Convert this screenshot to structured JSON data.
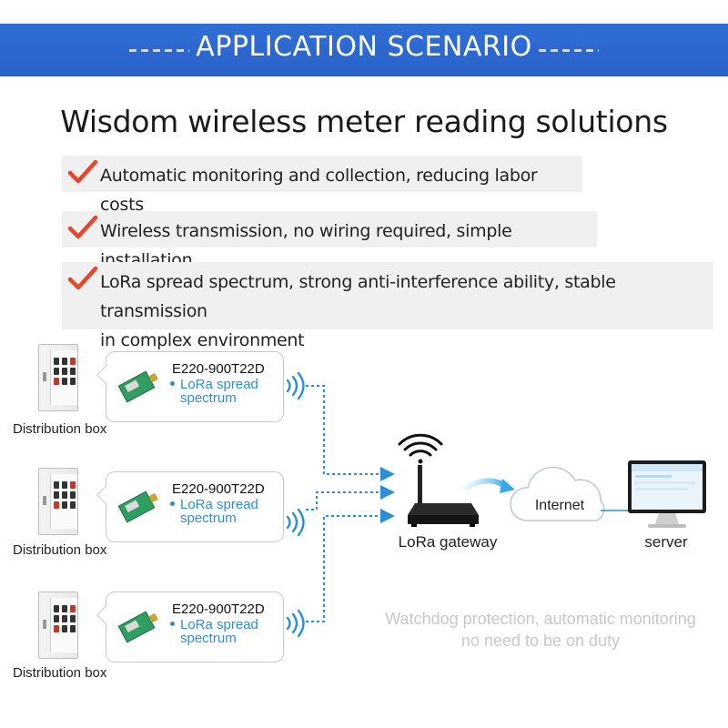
{
  "banner": {
    "title": "APPLICATION SCENARIO",
    "color": "#2f6fd6"
  },
  "headline": "Wisdom wireless meter reading solutions",
  "features": [
    {
      "text": "Automatic monitoring and collection, reducing labor costs",
      "icon": "check-icon"
    },
    {
      "text": "Wireless transmission, no wiring required, simple installation",
      "icon": "check-icon"
    },
    {
      "line1": "LoRa spread spectrum, strong anti-interference ability, stable transmission",
      "line2": "in complex environment",
      "icon": "check-icon"
    }
  ],
  "nodes": [
    {
      "box_label": "Distribution box",
      "model": "E220-900T22D",
      "desc_line1": "LoRa spread",
      "desc_line2": "spectrum"
    },
    {
      "box_label": "Distribution box",
      "model": "E220-900T22D",
      "desc_line1": "LoRa spread",
      "desc_line2": "spectrum"
    },
    {
      "box_label": "Distribution box",
      "model": "E220-900T22D",
      "desc_line1": "LoRa spread",
      "desc_line2": "spectrum"
    }
  ],
  "gateway": {
    "label": "LoRa gateway"
  },
  "cloud": {
    "label": "Internet"
  },
  "server": {
    "label": "server"
  },
  "watchdog": {
    "line1": "Watchdog protection, automatic monitoring",
    "line2": "no need to be on duty"
  },
  "colors": {
    "check": "#e8462a",
    "link": "#2b8fd4",
    "banner": "#2f6fd6"
  }
}
